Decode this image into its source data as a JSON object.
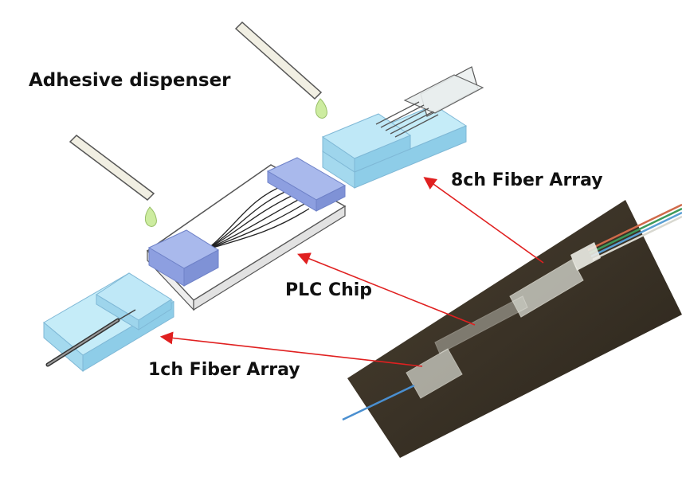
{
  "labels": {
    "adhesive_dispenser": "Adhesive dispenser",
    "fiber_array_8ch": "8ch Fiber Array",
    "plc_chip": "PLC Chip",
    "fiber_array_1ch": "1ch Fiber Array"
  },
  "colors": {
    "glass_top": "#c5ecf8",
    "glass_side": "#9ed5ec",
    "lid_blue": "#a9b9ec",
    "lid_side": "#8698d8",
    "chip_top": "#ffffff",
    "chip_side": "#e9e9e9",
    "droplet": "#cdeca0",
    "arrow": "#e02020",
    "photo_bg": "#3a3226"
  }
}
